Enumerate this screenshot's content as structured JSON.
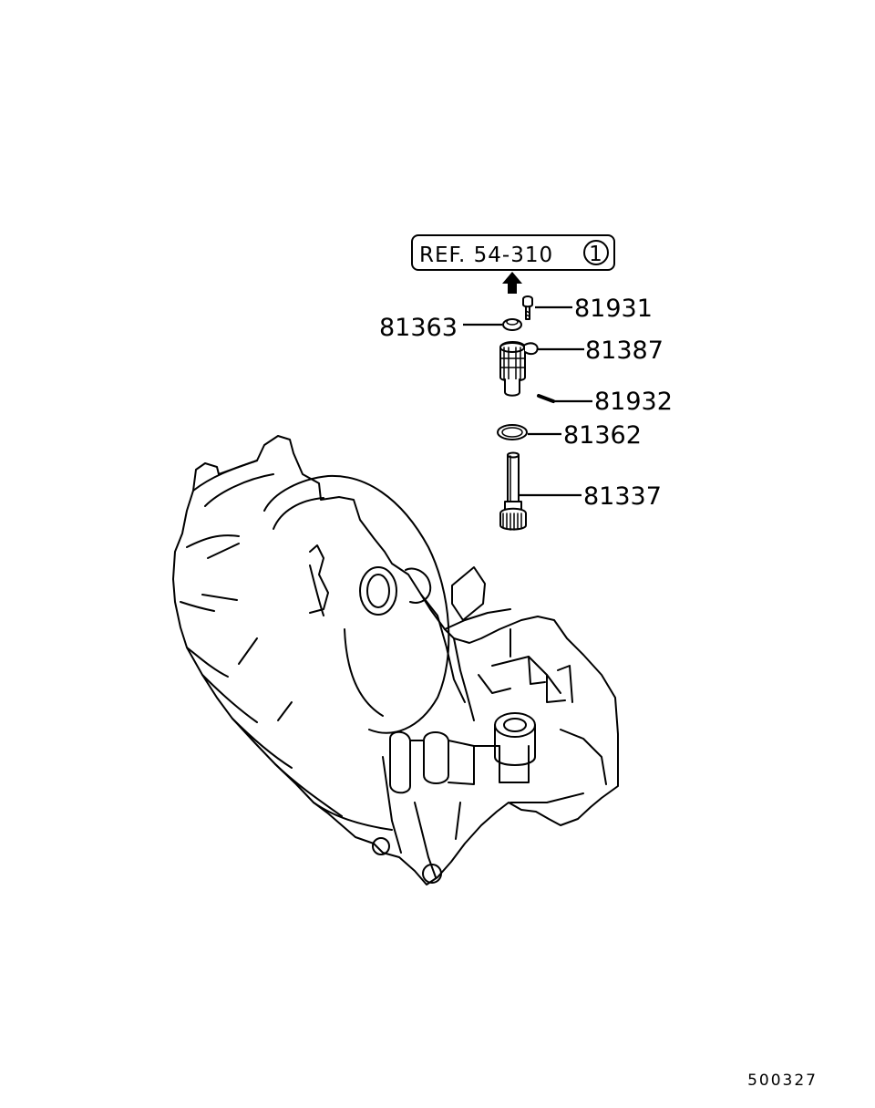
{
  "reference": {
    "text": "REF. 54-310",
    "circled_number": "1"
  },
  "callouts": [
    {
      "id": "81931",
      "label": "81931"
    },
    {
      "id": "81363",
      "label": "81363"
    },
    {
      "id": "81387",
      "label": "81387"
    },
    {
      "id": "81932",
      "label": "81932"
    },
    {
      "id": "81362",
      "label": "81362"
    },
    {
      "id": "81337",
      "label": "81337"
    }
  ],
  "diagram_code": "500327"
}
